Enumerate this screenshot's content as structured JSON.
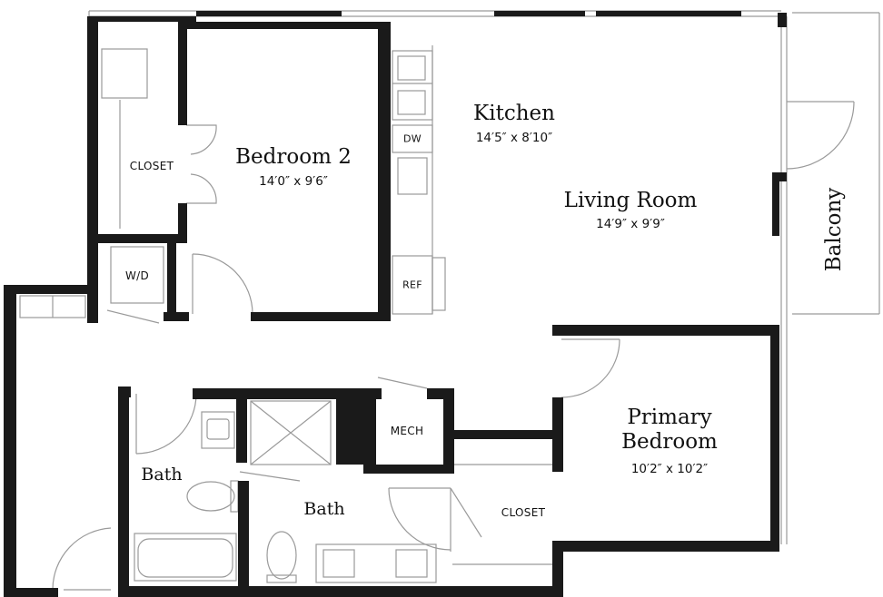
{
  "rooms": {
    "kitchen": {
      "name": "Kitchen",
      "dims": "14′5″ x 8′10″"
    },
    "living_room": {
      "name": "Living Room",
      "dims": "14′9″ x 9′9″"
    },
    "bedroom2": {
      "name": "Bedroom 2",
      "dims": "14′0″ x 9′6″"
    },
    "primary_bedroom": {
      "name_line1": "Primary",
      "name_line2": "Bedroom",
      "dims": "10′2″ x 10′2″"
    },
    "balcony": {
      "name": "Balcony"
    },
    "bath1": {
      "name": "Bath"
    },
    "bath2": {
      "name": "Bath"
    }
  },
  "fixtures": {
    "closet_bedroom2": "CLOSET",
    "closet_primary": "CLOSET",
    "wd": "W/D",
    "mech": "MECH",
    "dishwasher": "DW",
    "refrigerator": "REF"
  },
  "colors": {
    "wall": "#1a1a1a",
    "line": "#9a9a9a",
    "background": "#ffffff"
  }
}
